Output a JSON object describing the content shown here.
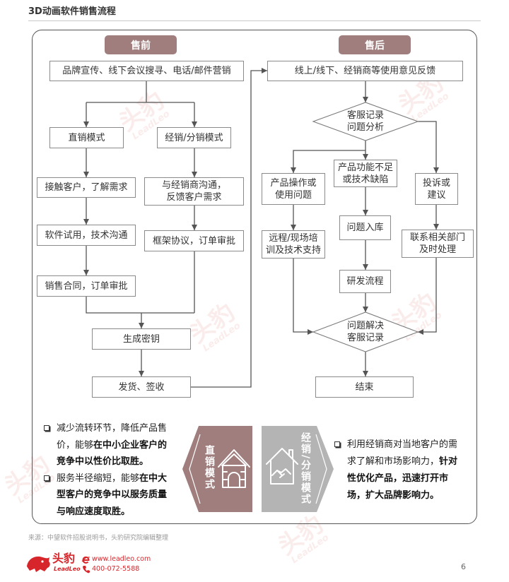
{
  "title": "3D动画软件销售流程",
  "presale": {
    "header": "售前",
    "lead_gen": "品牌宣传、线下会议搜寻、电话/邮件营销",
    "direct_mode": "直销模式",
    "distribution_mode": "经销/分销模式",
    "direct_steps": [
      "接触客户，了解需求",
      "软件试用，技术沟通",
      "销售合同，订单审批"
    ],
    "distribution_steps": [
      "与经销商沟通，\n反馈客户需求",
      "框架协议，订单审批"
    ],
    "generate_key": "生成密钥",
    "delivery": "发货、签收"
  },
  "aftersale": {
    "header": "售后",
    "feedback": "线上/线下、经销商等使用意见反馈",
    "analysis_decision": "客服记录\n问题分析",
    "operation_issue": "产品操作或\n使用问题",
    "function_issue": "产品功能不足\n或技术缺陷",
    "complaint": "投诉或\n建议",
    "training": "远程/现场培\n训及技术支持",
    "issue_logged": "问题入库",
    "rd_process": "研发流程",
    "contact_dept": "联系相关部门\n及时处理",
    "resolution_decision": "问题解决\n客服记录",
    "end": "结束"
  },
  "comparison": {
    "direct": {
      "label": "直销模式",
      "icon": "house-icon",
      "color": "#a07e7e",
      "bullets": [
        {
          "normal": "减少流转环节，降低产品售价，能够",
          "bold": "在中小企业客户的竞争中以性价比取胜。"
        },
        {
          "normal": "服务半径缩短，能够",
          "bold": "在中大型客户的竞争中以服务质量与响应速度取胜。"
        }
      ]
    },
    "distribution": {
      "label": "经销/分销模式",
      "icon": "house-handshake-icon",
      "color": "#b4b4b4",
      "bullets": [
        {
          "normal": "利用经销商对当地客户的需求了解和市场影响力，",
          "bold": "针对性优化产品，迅速打开市场，扩大品牌影响力。"
        }
      ]
    }
  },
  "source": "来源：中望软件招股说明书，头豹研究院编辑整理",
  "footer": {
    "brand": "头豹",
    "brand_en": "LeadLeo",
    "website": "www.leadleo.com",
    "phone": "400-072-5588",
    "page_number": "6",
    "icons": [
      "leopard-logo-icon",
      "web-icon",
      "phone-icon"
    ]
  },
  "watermark": {
    "text": "头豹",
    "subtext": "LeadLeo"
  },
  "colors": {
    "accent": "#a07e7e",
    "secondary": "#b4b4b4",
    "brand_red": "#d7262b",
    "line": "#555555"
  }
}
